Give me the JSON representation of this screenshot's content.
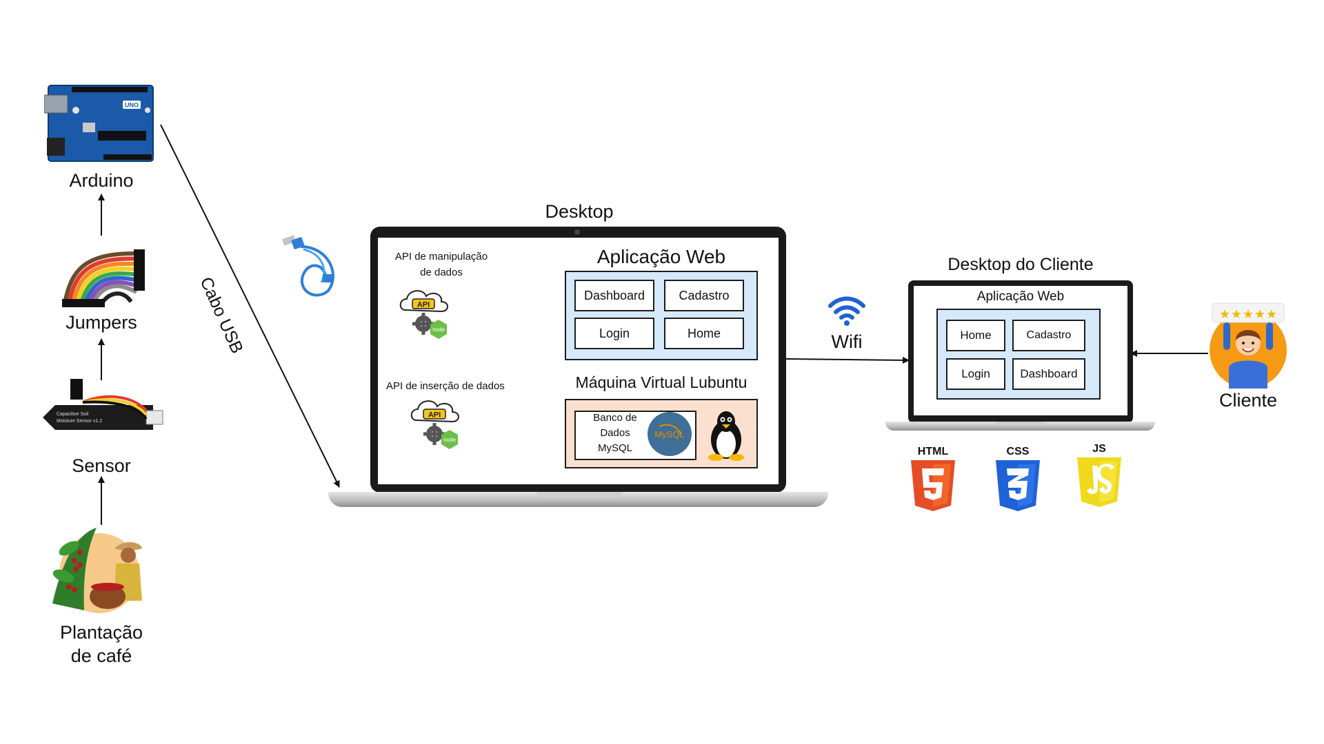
{
  "left_chain": {
    "arduino": "Arduino",
    "jumpers": "Jumpers",
    "sensor": "Sensor",
    "plantation": [
      "Plantação",
      "de café"
    ],
    "sensor_print": [
      "Capacitive Soil",
      "Moisture Sensor v1.2"
    ],
    "arduino_badge": "UNO"
  },
  "cable": {
    "label": "Cabo USB"
  },
  "desktop": {
    "title": "Desktop",
    "api_manip": [
      "API de manipulação",
      "de dados"
    ],
    "api_insert": "API de inserção de dados",
    "api_badge": "API",
    "node_badge": "node",
    "webapp_title": "Aplicação Web",
    "buttons": {
      "dashboard": "Dashboard",
      "cadastro": "Cadastro",
      "login": "Login",
      "home": "Home"
    },
    "vm_title": "Máquina Virtual Lubuntu",
    "db_label": [
      "Banco de",
      "Dados",
      "MySQL"
    ],
    "mysql_logo": "MySQL"
  },
  "wifi": {
    "label": "Wifi"
  },
  "client_desktop": {
    "title": "Desktop do Cliente",
    "webapp_title": "Aplicação Web",
    "buttons": {
      "home": "Home",
      "cadastro": "Cadastro",
      "login": "Login",
      "dashboard": "Dashboard"
    }
  },
  "tech_logos": {
    "html": "HTML",
    "css": "CSS",
    "js": "JS"
  },
  "client": {
    "label": "Cliente"
  },
  "colors": {
    "blue_panel": "#d6e9fb",
    "peach_panel": "#fbe0cf",
    "html": "#e44d26",
    "css": "#1f62d6",
    "js": "#f0d91c",
    "node": "#6cc04a",
    "wifi": "#1f62d6"
  }
}
